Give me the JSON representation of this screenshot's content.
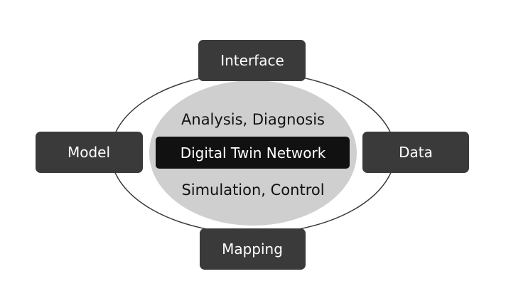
{
  "diagram": {
    "nodes": {
      "top": "Interface",
      "left": "Model",
      "right": "Data",
      "bottom": "Mapping"
    },
    "center": {
      "upper_text": "Analysis,  Diagnosis",
      "core_text": "Digital Twin Network",
      "lower_text": "Simulation,  Control"
    },
    "colors": {
      "node_fill": "#3a3a3a",
      "core_fill": "#111111",
      "inner_ellipse_fill": "#cfcfcf",
      "outer_ring_stroke": "#3a3a3a",
      "background": "#ffffff"
    }
  }
}
